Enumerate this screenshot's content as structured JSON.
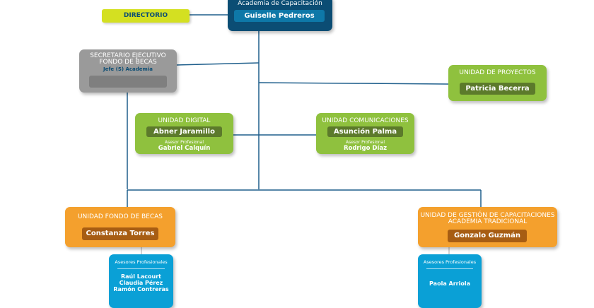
{
  "directorio": {
    "label": "DIRECTORIO"
  },
  "top": {
    "title": "Academia de Capacitación",
    "name": "Guiselle Pedreros"
  },
  "secretario": {
    "title1": "SECRETARIO EJECUTIVO",
    "title2": "FONDO DE BECAS",
    "subtitle": "Jefe (S) Academia",
    "name": ""
  },
  "proyectos": {
    "title": "UNIDAD DE PROYECTOS",
    "name": "Patricia Becerra"
  },
  "digital": {
    "title": "UNIDAD DIGITAL",
    "name": "Abner Jaramillo",
    "advisor_label": "Asesor Profesional",
    "advisor_name": "Gabriel Calquín"
  },
  "comunicaciones": {
    "title": "UNIDAD COMUNICACIONES",
    "name": "Asunción Palma",
    "advisor_label": "Asesor Profesional",
    "advisor_name": "Rodrigo Díaz"
  },
  "fondo": {
    "title": "UNIDAD FONDO DE BECAS",
    "name": "Constanza Torres"
  },
  "gestion": {
    "title1": "UNIDAD DE GESTIÓN DE CAPACITACIONES",
    "title2": "ACADEMIA TRADICIONAL",
    "name": "Gonzalo Guzmán"
  },
  "asesores_fondo": {
    "label": "Asesores Profesionales",
    "names": [
      "Raúl Lacourt",
      "Claudia Pérez",
      "Ramón Contreras"
    ]
  },
  "asesores_gestion": {
    "label": "Asesores Profesionales",
    "names": [
      "Paola Arriola"
    ]
  },
  "colors": {
    "navy": "#0b4d74",
    "green": "#8fc13e",
    "orange": "#f4a02d",
    "blue": "#0aa0d6",
    "grey": "#9a9a9a",
    "yellow": "#d4e021"
  }
}
